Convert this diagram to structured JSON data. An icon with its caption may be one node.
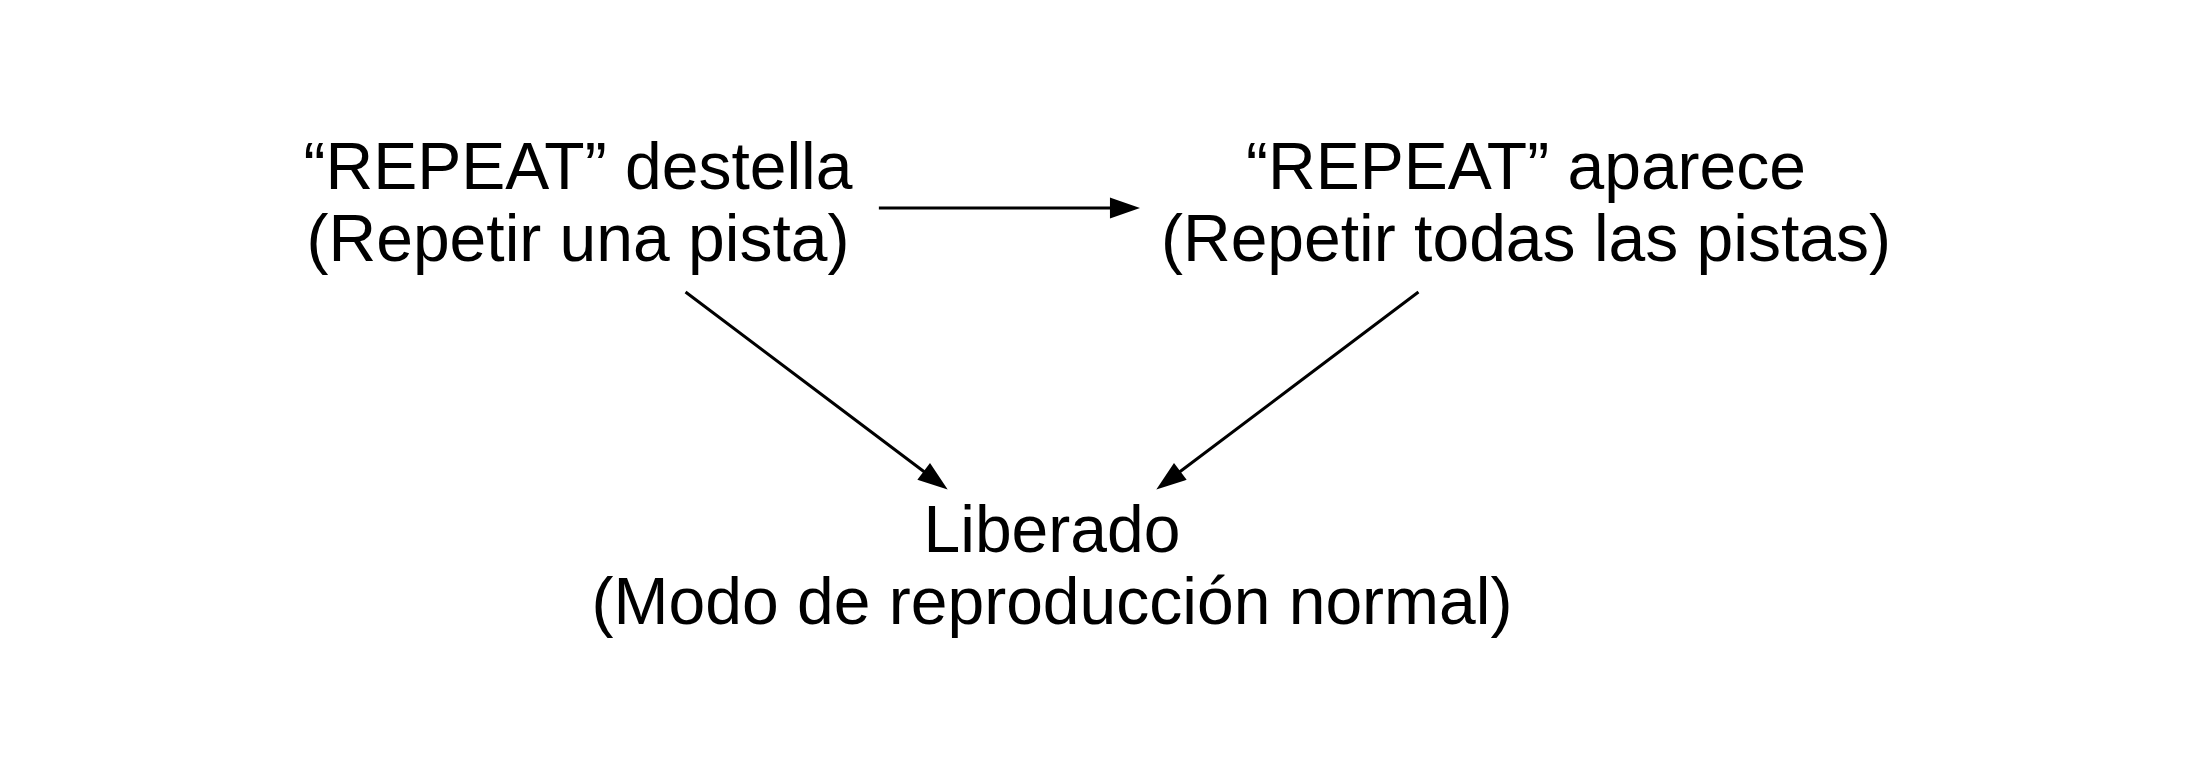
{
  "diagram": {
    "nodes": [
      {
        "text": [
          "“REPEAT” destella",
          "(Repetir una pista)"
        ]
      },
      {
        "text": [
          "“REPEAT” aparece",
          "(Repetir todas las pistas)"
        ]
      },
      {
        "text": [
          "Liberado",
          "(Modo de reproducción normal)"
        ]
      }
    ],
    "edges": [
      {
        "from": 0,
        "to": 1,
        "arrow": "to"
      },
      {
        "from": 0,
        "to": 2,
        "arrow": "to"
      },
      {
        "from": 1,
        "to": 2,
        "arrow": "to"
      }
    ]
  }
}
